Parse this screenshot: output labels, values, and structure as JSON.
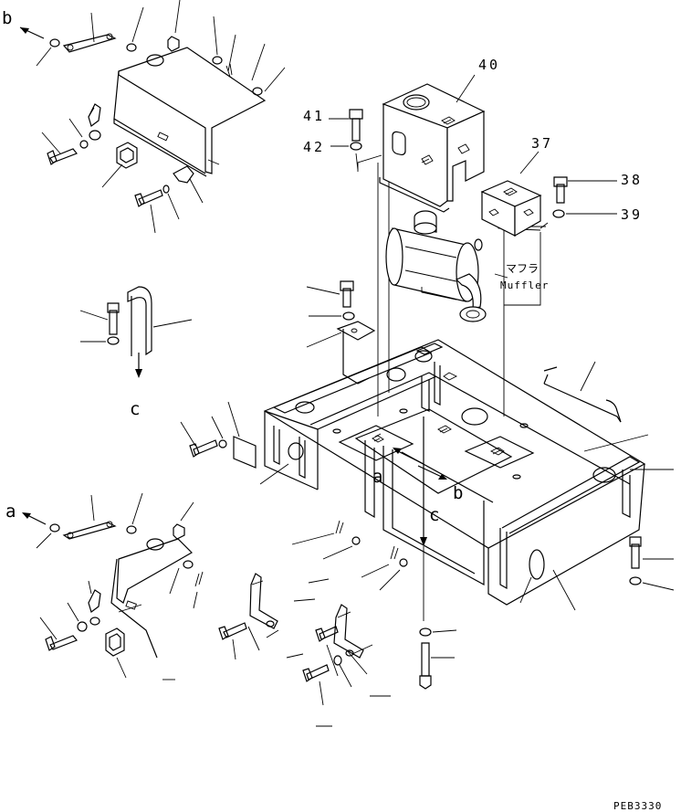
{
  "diagram": {
    "code": "PEB3330",
    "view_labels": {
      "a": "a",
      "b": "b",
      "c": "c"
    },
    "muffler_jp": "マフラ",
    "muffler_en": "Muffler",
    "callouts": {
      "n40": "40",
      "n41": "41",
      "n42": "42",
      "n37": "37",
      "n38": "38",
      "n39": "39"
    }
  }
}
